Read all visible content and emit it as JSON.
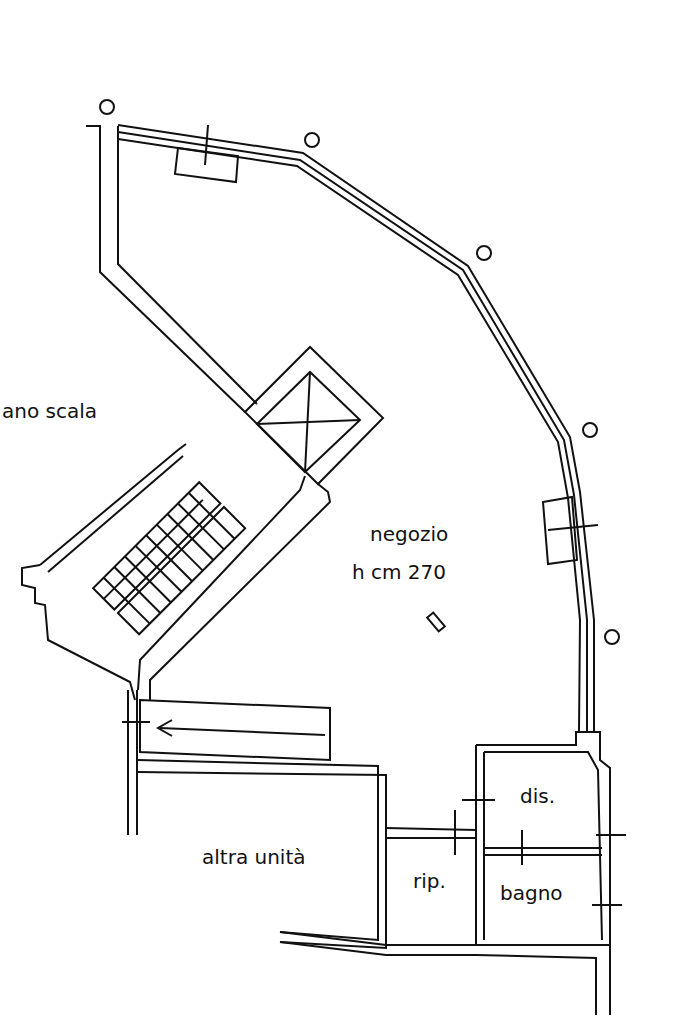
{
  "diagram": {
    "labels": [
      "ano scala",
      "negozio",
      "h cm 270",
      "altra unità",
      "rip.",
      "dis.",
      "bagno"
    ]
  }
}
